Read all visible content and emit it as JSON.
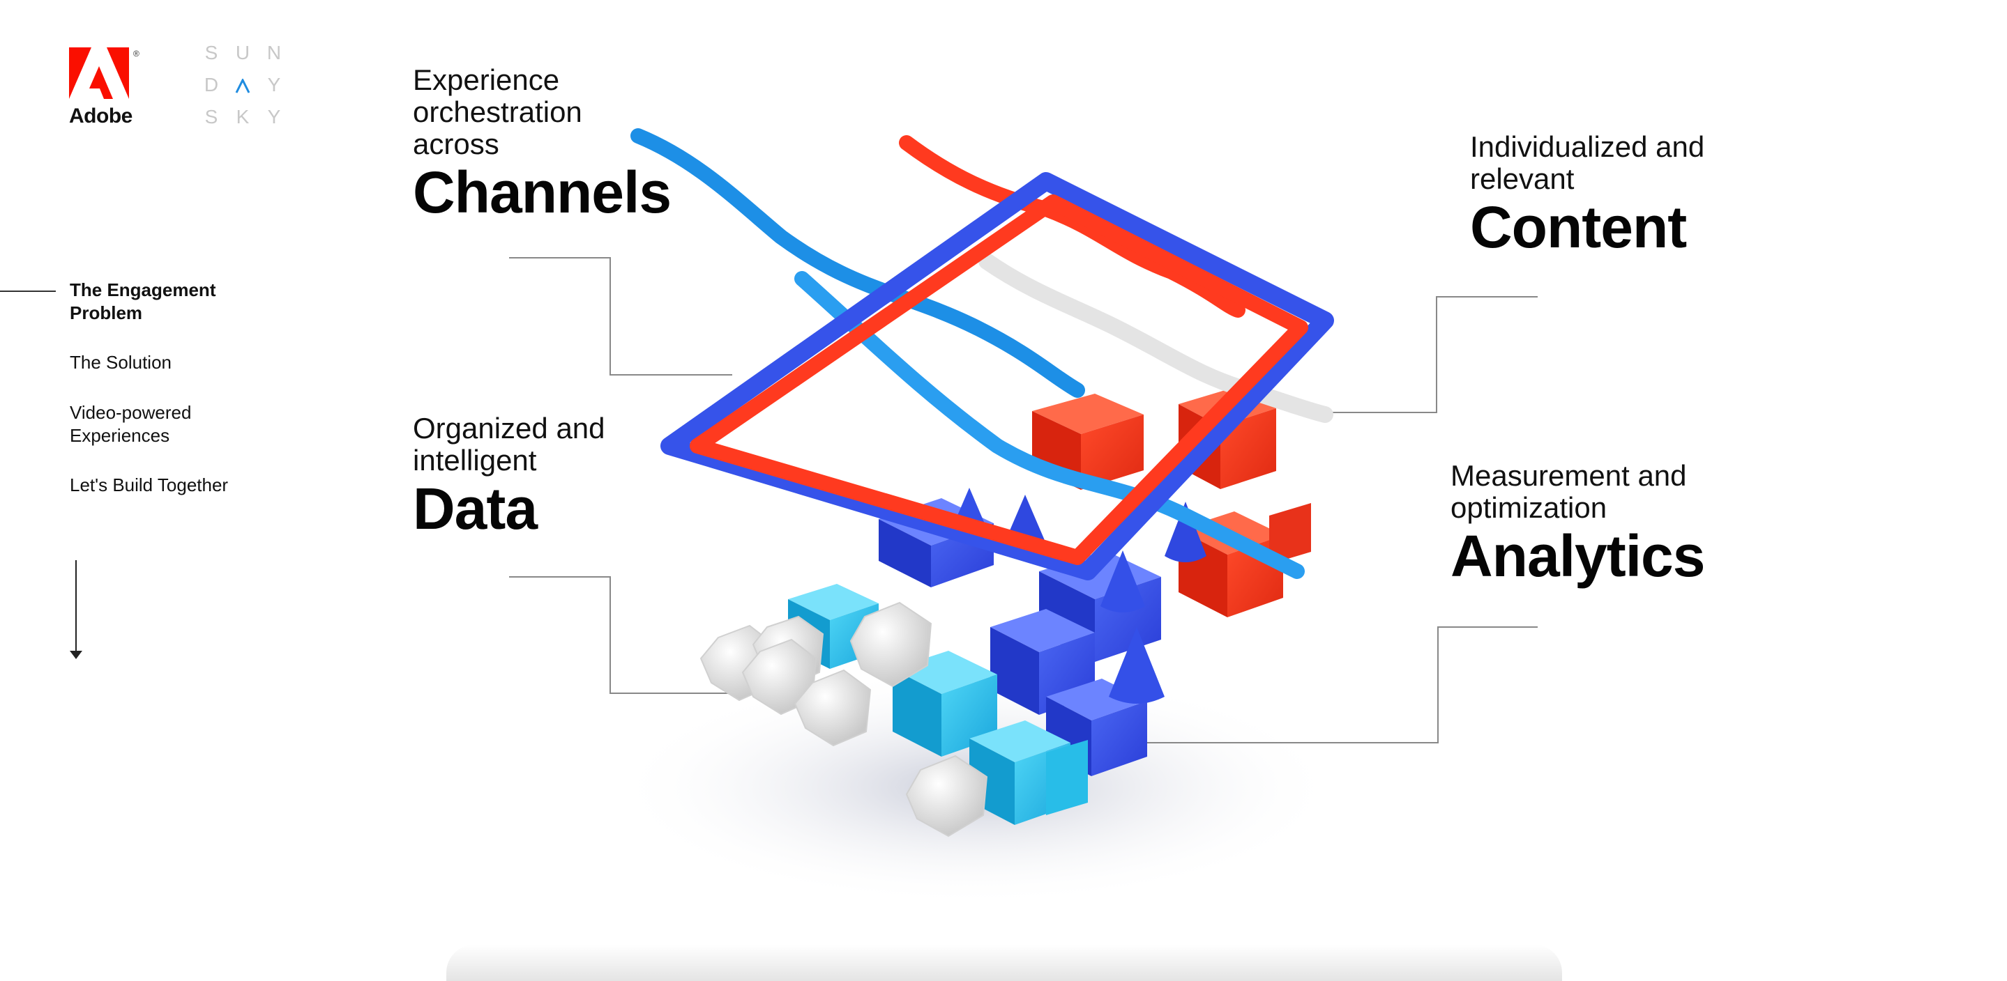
{
  "brand": {
    "adobe": {
      "wordmark": "Adobe",
      "registered": "®",
      "color": "#fa0f00"
    },
    "sundaysky": {
      "rows": [
        [
          "S",
          "U",
          "N"
        ],
        [
          "D",
          "A",
          "Y"
        ],
        [
          "S",
          "K",
          "Y"
        ]
      ],
      "accent_color": "#1f8ce0"
    }
  },
  "nav": {
    "items": [
      {
        "label": "The Engagement\nProblem",
        "active": true
      },
      {
        "label": "The Solution",
        "active": false
      },
      {
        "label": "Video-powered\nExperiences",
        "active": false
      },
      {
        "label": "Let's Build Together",
        "active": false
      }
    ],
    "scroll_icon": "arrow-down-icon"
  },
  "features": {
    "channels": {
      "description": "Experience\norchestration\nacross",
      "title": "Channels"
    },
    "data": {
      "description": "Organized and\nintelligent",
      "title": "Data"
    },
    "content": {
      "description": "Individualized and\nrelevant",
      "title": "Content"
    },
    "analytics": {
      "description": "Measurement and\noptimization",
      "title": "Analytics"
    }
  },
  "colors": {
    "red": "#ff3a1f",
    "blue": "#3a5af0",
    "light_blue": "#2e9cf0",
    "cyan": "#2fc8ee",
    "white_shape": "#e8e8e8",
    "leader_line": "#888888"
  }
}
